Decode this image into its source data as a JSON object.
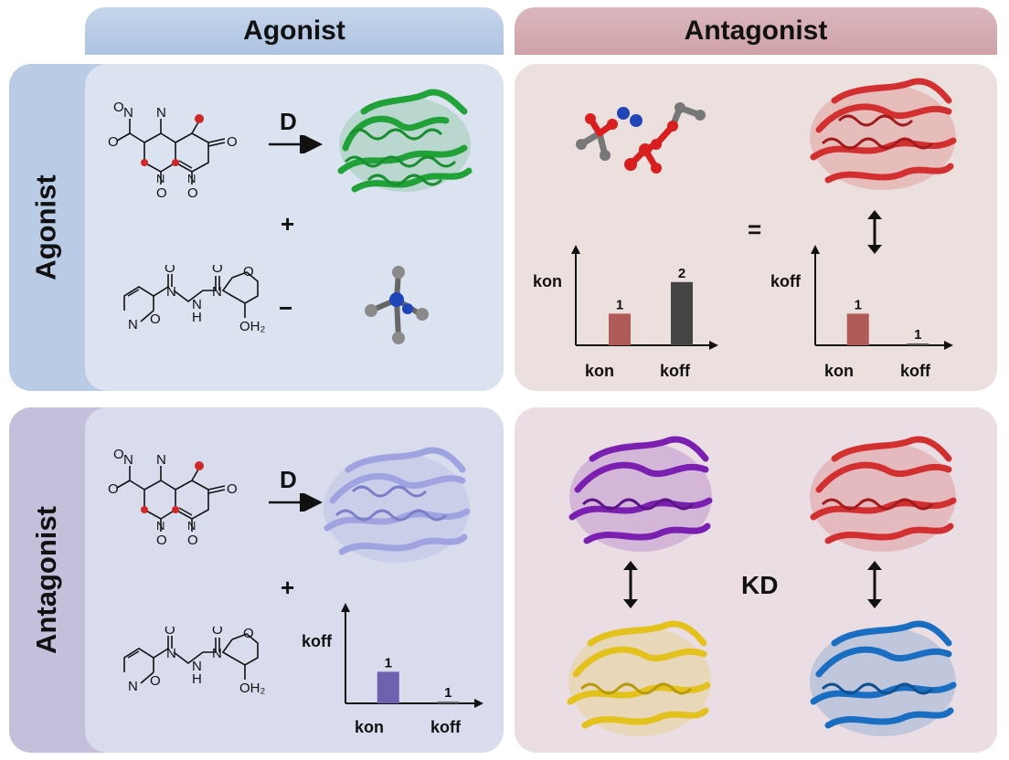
{
  "columns": {
    "agonist": "Agonist",
    "antagonist": "Antagonist"
  },
  "rows": {
    "agonist": "Agonist",
    "antagonist": "Antagonist"
  },
  "symbols": {
    "delta_top": "D",
    "delta_bottom": "D",
    "plus_top": "+",
    "minus": "−",
    "plus_bottom": "+",
    "equals": "=",
    "kd": "KD"
  },
  "colors": {
    "agonist_protein": "#22a33a",
    "antagonist_protein_light": "#9fa3e0",
    "red_protein": "#d23030",
    "purple_protein": "#7a1fb0",
    "yellow_protein": "#e3c21e",
    "blue_protein": "#1a6ec2"
  },
  "chart_data": [
    {
      "type": "bar",
      "ylabel": "kon",
      "categories": [
        "kon",
        "koff"
      ],
      "values": [
        1,
        2
      ],
      "data_labels": [
        "1",
        "2"
      ],
      "colors": [
        "#b05a5a",
        "#444444"
      ]
    },
    {
      "type": "bar",
      "ylabel": "koff",
      "categories": [
        "kon",
        "koff"
      ],
      "values": [
        1,
        0.02
      ],
      "data_labels": [
        "1",
        "1"
      ],
      "colors": [
        "#b05a5a",
        "#555555"
      ]
    },
    {
      "type": "bar",
      "ylabel": "koff",
      "categories": [
        "kon",
        "koff"
      ],
      "values": [
        1,
        0.02
      ],
      "data_labels": [
        "1",
        "1"
      ],
      "colors": [
        "#7060b0",
        "#666666"
      ]
    }
  ]
}
